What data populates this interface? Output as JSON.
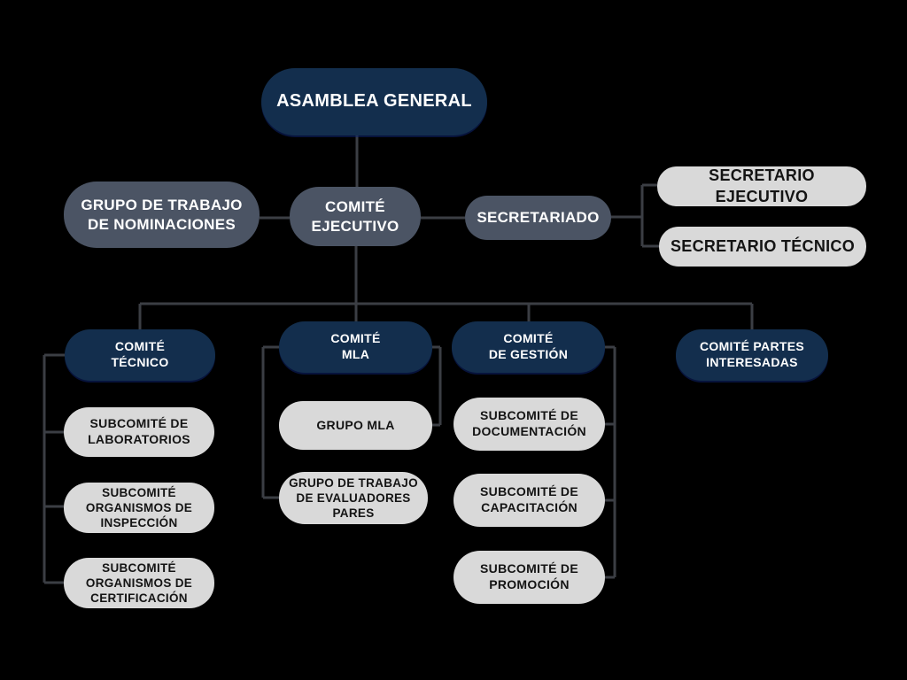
{
  "diagram": {
    "type": "org-chart",
    "language": "es",
    "palette": {
      "background": "#000000",
      "navy": "#132e4d",
      "slate": "#4b5464",
      "light_gray": "#d9d9d9",
      "connector_line": "#3b3e44",
      "text_on_dark": "#ffffff",
      "text_on_light": "#141414"
    },
    "nodes": {
      "asamblea": {
        "label": "ASAMBLEA GENERAL",
        "variant": "navy"
      },
      "nominaciones": {
        "label": "GRUPO DE TRABAJO\nDE NOMINACIONES",
        "variant": "slate"
      },
      "ejecutivo": {
        "label": "COMITÉ\nEJECUTIVO",
        "variant": "slate"
      },
      "secretariado": {
        "label": "SECRETARIADO",
        "variant": "slate"
      },
      "secretario_ejecutivo": {
        "label": "SECRETARIO EJECUTIVO",
        "variant": "light"
      },
      "secretario_tecnico": {
        "label": "SECRETARIO TÉCNICO",
        "variant": "light"
      },
      "comite_tecnico": {
        "label": "COMITÉ\nTÉCNICO",
        "variant": "navy"
      },
      "comite_mla": {
        "label": "COMITÉ\nMLA",
        "variant": "navy"
      },
      "comite_gestion": {
        "label": "COMITÉ\nDE GESTIÓN",
        "variant": "navy"
      },
      "comite_partes": {
        "label": "COMITÉ PARTES\nINTERESADAS",
        "variant": "navy"
      },
      "sub_laboratorios": {
        "label": "SUBCOMITÉ DE\nLABORATORIOS",
        "variant": "light"
      },
      "sub_inspeccion": {
        "label": "SUBCOMITÉ\nORGANISMOS DE\nINSPECCIÓN",
        "variant": "light"
      },
      "sub_certificacion": {
        "label": "SUBCOMITÉ\nORGANISMOS DE\nCERTIFICACIÓN",
        "variant": "light"
      },
      "grupo_mla": {
        "label": "GRUPO MLA",
        "variant": "light"
      },
      "grupo_evaluadores": {
        "label": "GRUPO DE TRABAJO\nDE EVALUADORES\nPARES",
        "variant": "light"
      },
      "sub_documentacion": {
        "label": "SUBCOMITÉ DE\nDOCUMENTACIÓN",
        "variant": "light"
      },
      "sub_capacitacion": {
        "label": "SUBCOMITÉ DE\nCAPACITACIÓN",
        "variant": "light"
      },
      "sub_promocion": {
        "label": "SUBCOMITÉ DE\nPROMOCIÓN",
        "variant": "light"
      }
    },
    "edges": [
      [
        "asamblea",
        "ejecutivo"
      ],
      [
        "ejecutivo",
        "nominaciones"
      ],
      [
        "ejecutivo",
        "secretariado"
      ],
      [
        "secretariado",
        "secretario_ejecutivo"
      ],
      [
        "secretariado",
        "secretario_tecnico"
      ],
      [
        "ejecutivo",
        "comite_tecnico"
      ],
      [
        "ejecutivo",
        "comite_mla"
      ],
      [
        "ejecutivo",
        "comite_gestion"
      ],
      [
        "ejecutivo",
        "comite_partes"
      ],
      [
        "comite_tecnico",
        "sub_laboratorios"
      ],
      [
        "comite_tecnico",
        "sub_inspeccion"
      ],
      [
        "comite_tecnico",
        "sub_certificacion"
      ],
      [
        "comite_mla",
        "grupo_mla"
      ],
      [
        "comite_mla",
        "grupo_evaluadores"
      ],
      [
        "comite_gestion",
        "sub_documentacion"
      ],
      [
        "comite_gestion",
        "sub_capacitacion"
      ],
      [
        "comite_gestion",
        "sub_promocion"
      ]
    ]
  }
}
